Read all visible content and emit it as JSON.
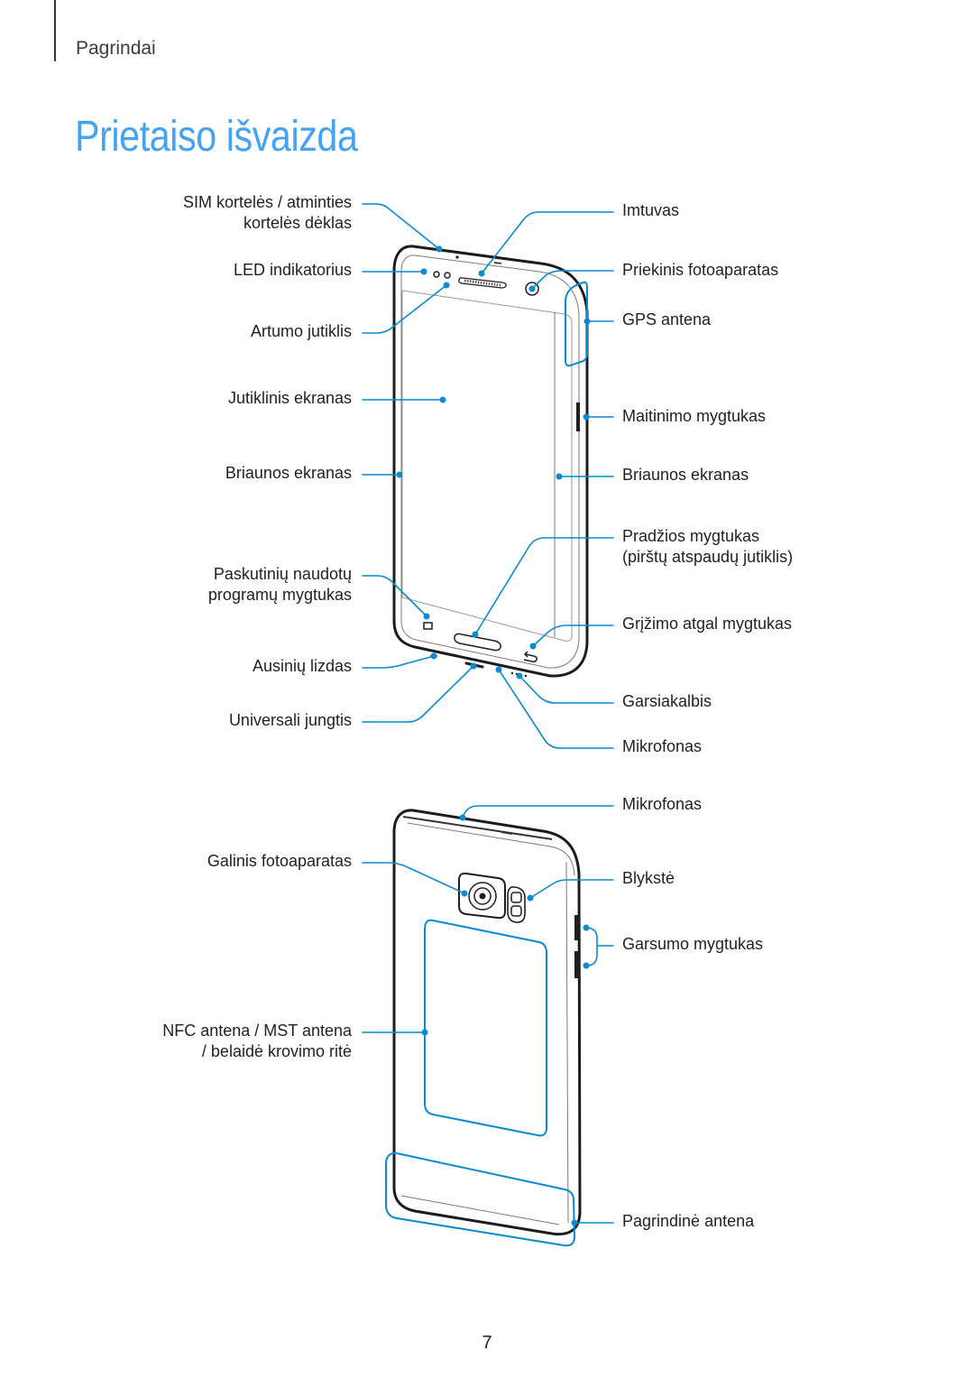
{
  "header": {
    "section": "Pagrindai"
  },
  "title": "Prietaiso išvaizda",
  "front_labels": {
    "left": [
      {
        "lines": [
          "SIM kortelės / atminties",
          "kortelės dėklas"
        ]
      },
      {
        "lines": [
          "LED indikatorius"
        ]
      },
      {
        "lines": [
          "Artumo jutiklis"
        ]
      },
      {
        "lines": [
          "Jutiklinis ekranas"
        ]
      },
      {
        "lines": [
          "Briaunos ekranas"
        ]
      },
      {
        "lines": [
          "Paskutinių naudotų",
          "programų mygtukas"
        ]
      },
      {
        "lines": [
          "Ausinių lizdas"
        ]
      },
      {
        "lines": [
          "Universali jungtis"
        ]
      }
    ],
    "right": [
      {
        "lines": [
          "Imtuvas"
        ]
      },
      {
        "lines": [
          "Priekinis fotoaparatas"
        ]
      },
      {
        "lines": [
          "GPS antena"
        ]
      },
      {
        "lines": [
          "Maitinimo mygtukas"
        ]
      },
      {
        "lines": [
          "Briaunos ekranas"
        ]
      },
      {
        "lines": [
          "Pradžios mygtukas",
          "(pirštų atspaudų jutiklis)"
        ]
      },
      {
        "lines": [
          "Grįžimo atgal mygtukas"
        ]
      },
      {
        "lines": [
          "Garsiakalbis"
        ]
      },
      {
        "lines": [
          "Mikrofonas"
        ]
      }
    ]
  },
  "back_labels": {
    "left": [
      {
        "lines": [
          "Galinis fotoaparatas"
        ]
      },
      {
        "lines": [
          "NFC antena / MST antena",
          "/ belaidė krovimo ritė"
        ]
      }
    ],
    "right": [
      {
        "lines": [
          "Mikrofonas"
        ]
      },
      {
        "lines": [
          "Blykstė"
        ]
      },
      {
        "lines": [
          "Garsumo mygtukas"
        ]
      },
      {
        "lines": [
          "Pagrindinė antena"
        ]
      }
    ]
  },
  "page_number": "7",
  "colors": {
    "title": "#45a3f4",
    "callout": "#0a8ad2",
    "text": "#231f20"
  }
}
